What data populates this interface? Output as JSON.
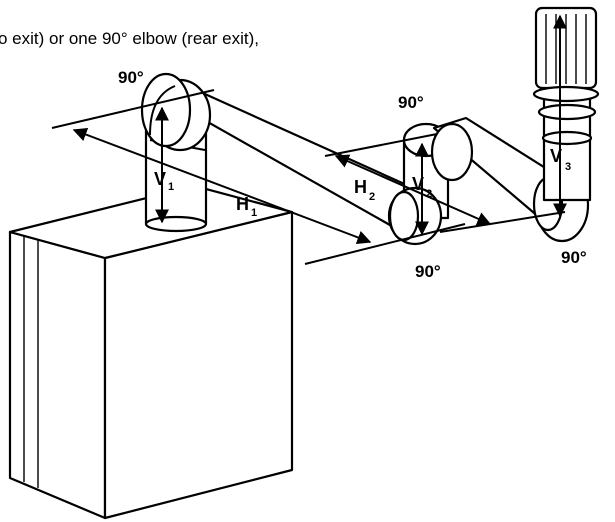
{
  "caption": "o exit) or one 90° elbow (rear exit),",
  "elbow_labels": [
    "90°",
    "90°",
    "90°",
    "90°"
  ],
  "segments": {
    "v1": {
      "letter": "V",
      "sub": "1"
    },
    "h1": {
      "letter": "H",
      "sub": "1"
    },
    "h2": {
      "letter": "H",
      "sub": "2"
    },
    "v2": {
      "letter": "V",
      "sub": "2"
    },
    "v3": {
      "letter": "V",
      "sub": "3"
    }
  }
}
